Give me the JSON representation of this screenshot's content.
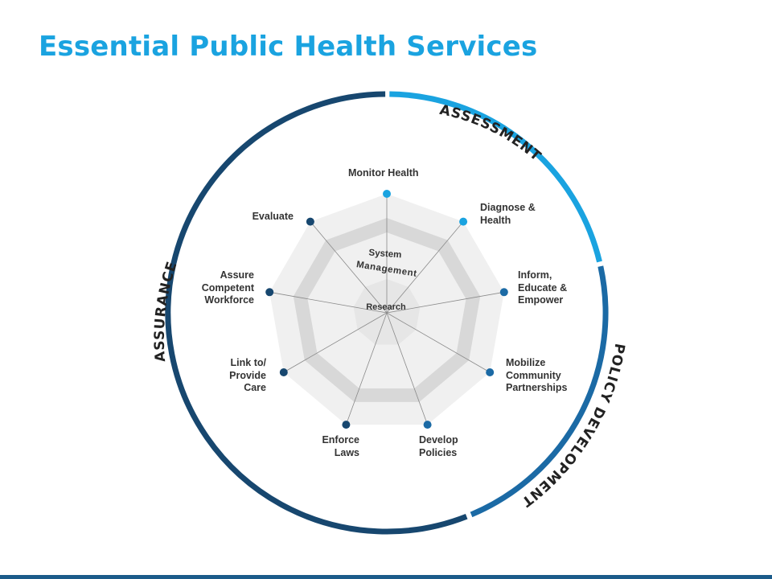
{
  "title": "Essential Public Health Services",
  "colors": {
    "title": "#1aa3e0",
    "assessment": "#1aa3e0",
    "policy": "#1b6aa5",
    "assurance": "#17476f",
    "ring_light": "#f0f0f0",
    "ring_mid": "#d8d8d8"
  },
  "arcs": {
    "assessment": "ASSESSMENT",
    "policy": "POLICY DEVELOPMENT",
    "assurance": "ASSURANCE"
  },
  "center": {
    "system_management": "System Management",
    "system_word": "System",
    "management_word": "Management",
    "research": "Research"
  },
  "services": [
    {
      "label": "Monitor Health",
      "lines": [
        "Monitor Health"
      ],
      "group": "assessment"
    },
    {
      "label": "Diagnose & Health",
      "lines": [
        "Diagnose &",
        "Health"
      ],
      "group": "assessment"
    },
    {
      "label": "Inform, Educate & Empower",
      "lines": [
        "Inform,",
        "Educate &",
        "Empower"
      ],
      "group": "policy"
    },
    {
      "label": "Mobilize Community Partnerships",
      "lines": [
        "Mobilize",
        "Community",
        "Partnerships"
      ],
      "group": "policy"
    },
    {
      "label": "Develop Policies",
      "lines": [
        "Develop",
        "Policies"
      ],
      "group": "policy"
    },
    {
      "label": "Enforce Laws",
      "lines": [
        "Enforce",
        "Laws"
      ],
      "group": "assurance"
    },
    {
      "label": "Link to/ Provide Care",
      "lines": [
        "Link to/",
        "Provide",
        "Care"
      ],
      "group": "assurance"
    },
    {
      "label": "Assure Competent Workforce",
      "lines": [
        "Assure",
        "Competent",
        "Workforce"
      ],
      "group": "assurance"
    },
    {
      "label": "Evaluate",
      "lines": [
        "Evaluate"
      ],
      "group": "assurance"
    }
  ]
}
